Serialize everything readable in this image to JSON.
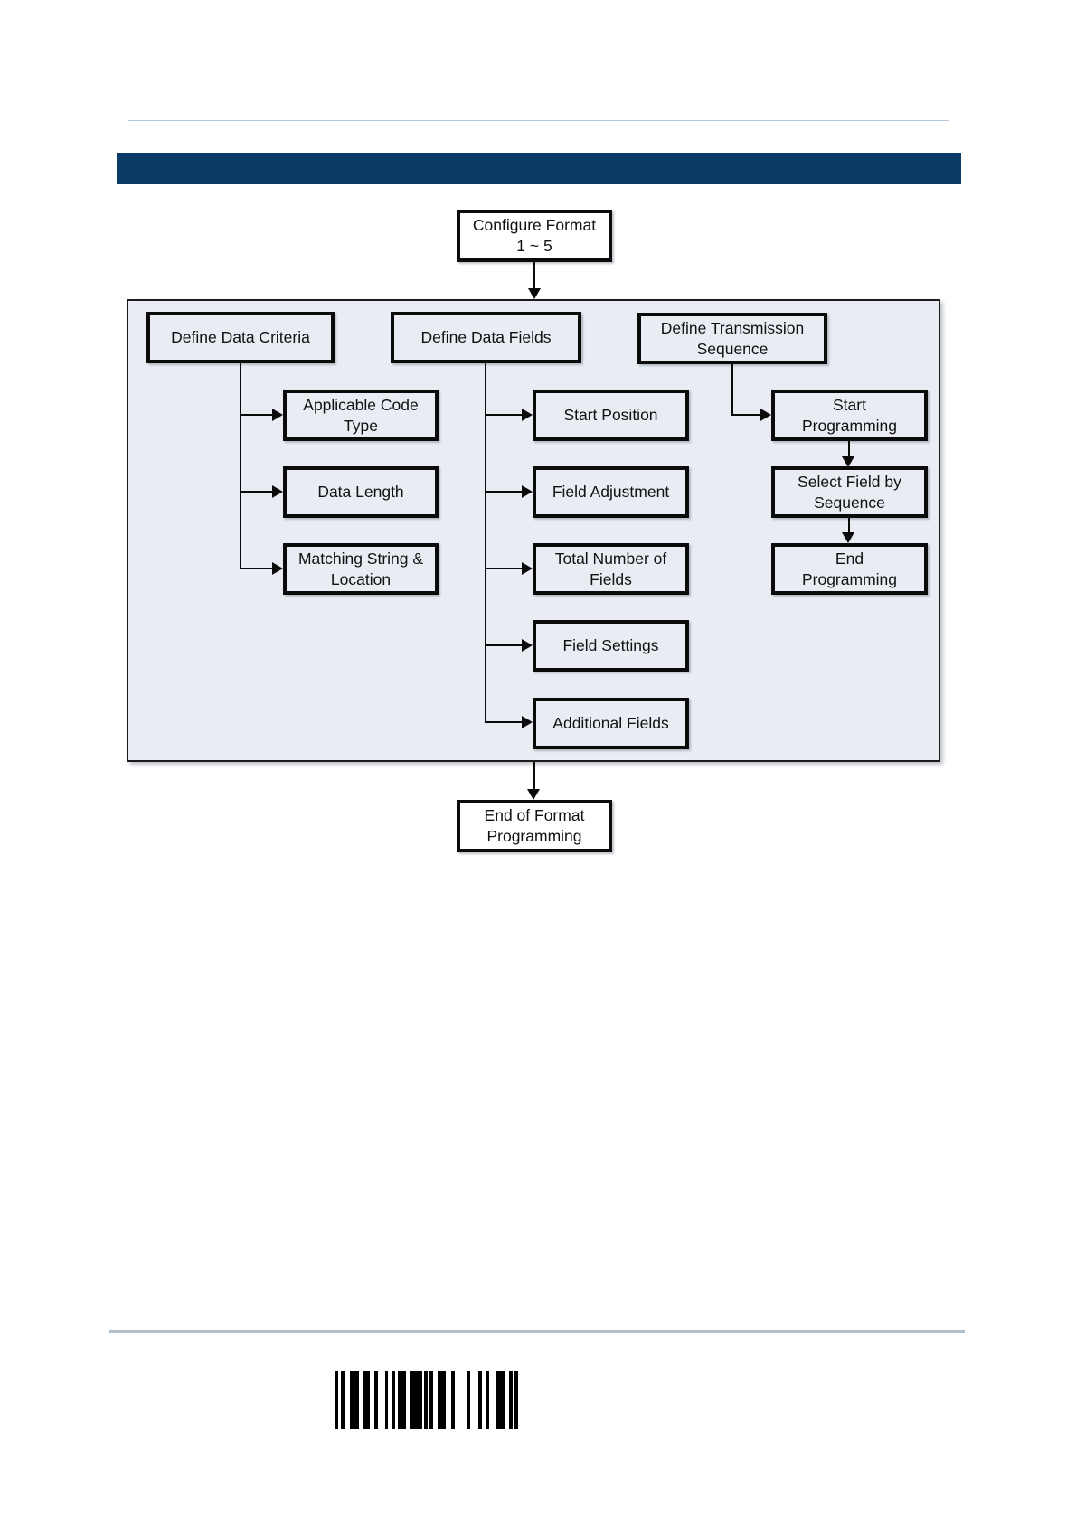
{
  "page": {
    "background_color": "#ffffff",
    "top_rule_color": "#9fb6cc",
    "bottom_rule_color": "#b2c0cb",
    "header_bar_color": "#0c3a67",
    "diagram_fill_color": "#e9edf3",
    "line_color": "#0b0b0b"
  },
  "flowchart": {
    "start": {
      "label": "Configure Format\n1 ~ 5"
    },
    "end": {
      "label": "End of Format\nProgramming"
    },
    "columns": [
      {
        "header": "Define Data Criteria",
        "children": [
          "Applicable Code\nType",
          "Data Length",
          "Matching String &\nLocation"
        ]
      },
      {
        "header": "Define Data Fields",
        "children": [
          "Start Position",
          "Field Adjustment",
          "Total Number of\nFields",
          "Field Settings",
          "Additional Fields"
        ]
      },
      {
        "header": "Define Transmission\nSequence",
        "children": [
          "Start\nProgramming",
          "Select Field by\nSequence",
          "End\nProgramming"
        ]
      }
    ]
  },
  "barcode": {
    "color": "#000000",
    "height": 64,
    "bars": [
      [
        0,
        4
      ],
      [
        7,
        4
      ],
      [
        17,
        10
      ],
      [
        32,
        7
      ],
      [
        44,
        4
      ],
      [
        56,
        3
      ],
      [
        63,
        4
      ],
      [
        70,
        9
      ],
      [
        83,
        14
      ],
      [
        99,
        4
      ],
      [
        105,
        4
      ],
      [
        114,
        9
      ],
      [
        129,
        4
      ],
      [
        146,
        4
      ],
      [
        159,
        4
      ],
      [
        167,
        4
      ],
      [
        179,
        10
      ],
      [
        193,
        4
      ],
      [
        199,
        4
      ]
    ]
  }
}
